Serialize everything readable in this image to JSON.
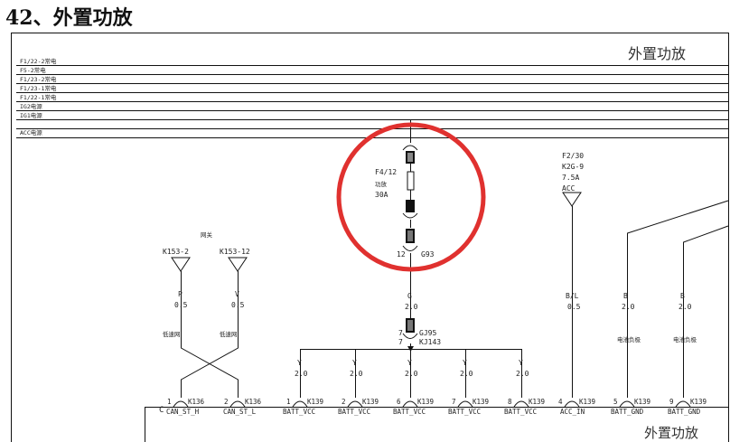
{
  "page_title": "42、外置功放",
  "diagram_title_top": "外置功放",
  "diagram_title_bottom": "外置功放",
  "rails": [
    "F1/22-2常电",
    "F5-2常电",
    "F1/23-2常电",
    "F1/23-1常电",
    "F1/22-1常电",
    "IG2电源",
    "IG1电源",
    "ACC电源"
  ],
  "fuse": {
    "id": "F4/12",
    "label": "功放",
    "rating": "30A",
    "pin": "12",
    "connector": "G93"
  },
  "acc_source": {
    "fuse": "F2/30",
    "connector": "K2G-9",
    "rating": "7.5A",
    "rail": "ACC"
  },
  "gj95": {
    "pin": "7",
    "connector": "GJ95",
    "pin2": "7",
    "connector2": "KJ143"
  },
  "signal_group_label": "网关",
  "signal_sources": [
    {
      "connector": "K153-2",
      "color": "P",
      "size": "0.5",
      "note": "低速网"
    },
    {
      "connector": "K153-12",
      "color": "V",
      "size": "0.5",
      "note": "低速网"
    }
  ],
  "power_branch": {
    "color": "G",
    "size": "2.0"
  },
  "branches": [
    {
      "color": "Y",
      "size": "2.0"
    },
    {
      "color": "Y",
      "size": "2.0"
    },
    {
      "color": "Y",
      "size": "2.0"
    },
    {
      "color": "Y",
      "size": "2.0"
    },
    {
      "color": "Y",
      "size": "2.0"
    }
  ],
  "acc_wire": {
    "color": "B/L",
    "size": "0.5"
  },
  "ground_wires": [
    {
      "color": "B",
      "size": "2.0",
      "note": "电池负极"
    },
    {
      "color": "B",
      "size": "2.0",
      "note": "电池负极"
    }
  ],
  "pins": [
    {
      "pin": "1",
      "conn": "K136",
      "name": "CAN_ST_H"
    },
    {
      "pin": "2",
      "conn": "K136",
      "name": "CAN_ST_L"
    },
    {
      "pin": "1",
      "conn": "K139",
      "name": "BATT_VCC"
    },
    {
      "pin": "2",
      "conn": "K139",
      "name": "BATT_VCC"
    },
    {
      "pin": "6",
      "conn": "K139",
      "name": "BATT_VCC"
    },
    {
      "pin": "7",
      "conn": "K139",
      "name": "BATT_VCC"
    },
    {
      "pin": "8",
      "conn": "K139",
      "name": "BATT_VCC"
    },
    {
      "pin": "4",
      "conn": "K139",
      "name": "ACC_IN"
    },
    {
      "pin": "5",
      "conn": "K139",
      "name": "BATT_GND"
    },
    {
      "pin": "9",
      "conn": "K139",
      "name": "BATT_GND"
    }
  ],
  "colors": {
    "line": "#111111",
    "highlight_circle": "#e0312f"
  }
}
